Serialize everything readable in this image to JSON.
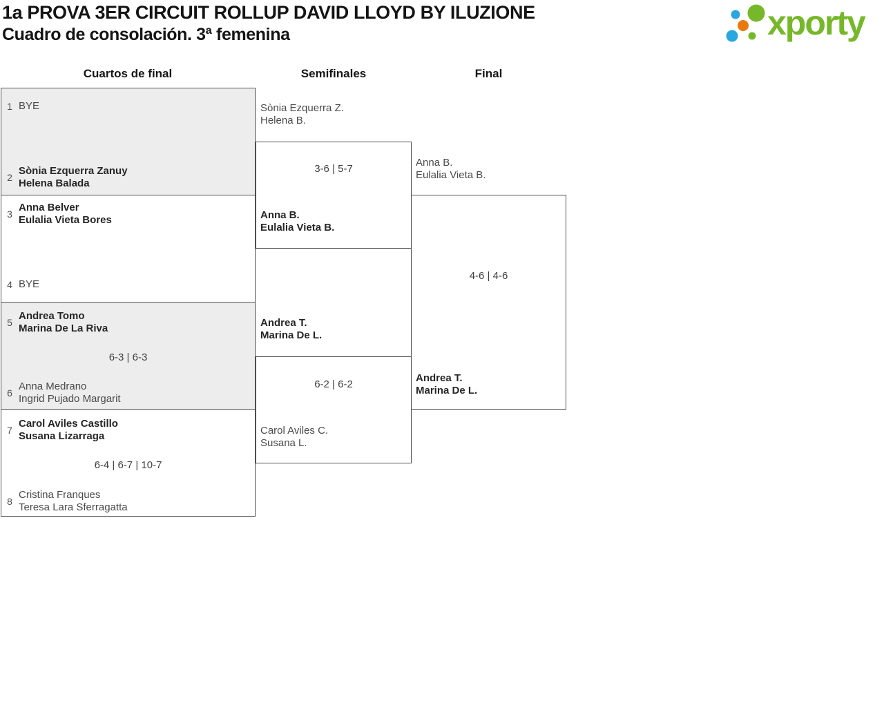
{
  "title": {
    "line1": "1a PROVA 3ER CIRCUIT ROLLUP DAVID LLOYD BY ILUZIONE",
    "line2": "Cuadro de consolación. 3ª femenina"
  },
  "logo": {
    "text": "xporty",
    "colors": {
      "green": "#76b82a",
      "blue": "#2ba7df",
      "orange": "#e8790f"
    }
  },
  "round_headers": [
    "Cuartos de final",
    "Semifinales",
    "Final"
  ],
  "colors": {
    "shaded_box": "#ededed",
    "box_border": "#4d4d4d"
  },
  "qf": [
    {
      "shaded": true,
      "top": {
        "seed": "1",
        "line1": "BYE",
        "line2": "",
        "winner": false
      },
      "bottom": {
        "seed": "2",
        "line1": "Sònia Ezquerra Zanuy",
        "line2": "Helena Balada",
        "winner": true
      },
      "score": ""
    },
    {
      "shaded": false,
      "top": {
        "seed": "3",
        "line1": "Anna Belver",
        "line2": "Eulalia Vieta Bores",
        "winner": true
      },
      "bottom": {
        "seed": "4",
        "line1": "BYE",
        "line2": "",
        "winner": false
      },
      "score": ""
    },
    {
      "shaded": true,
      "top": {
        "seed": "5",
        "line1": "Andrea Tomo",
        "line2": "Marina De La Riva",
        "winner": true
      },
      "bottom": {
        "seed": "6",
        "line1": "Anna Medrano",
        "line2": "Ingrid Pujado Margarit",
        "winner": false
      },
      "score": "6-3 | 6-3"
    },
    {
      "shaded": false,
      "top": {
        "seed": "7",
        "line1": "Carol Aviles Castillo",
        "line2": "Susana Lizarraga",
        "winner": true
      },
      "bottom": {
        "seed": "8",
        "line1": "Cristina Franques",
        "line2": "Teresa Lara Sferragatta",
        "winner": false
      },
      "score": "6-4 | 6-7 | 10-7"
    }
  ],
  "sf": [
    {
      "top": {
        "line1": "Sònia Ezquerra Z.",
        "line2": "Helena B.",
        "winner": false
      },
      "bottom": {
        "line1": "Anna B.",
        "line2": "Eulalia Vieta B.",
        "winner": true
      },
      "score": "3-6 | 5-7"
    },
    {
      "top": {
        "line1": "Andrea T.",
        "line2": "Marina De L.",
        "winner": true
      },
      "bottom": {
        "line1": "Carol Aviles C.",
        "line2": "Susana L.",
        "winner": false
      },
      "score": "6-2 | 6-2"
    }
  ],
  "final": {
    "top": {
      "line1": "Anna B.",
      "line2": "Eulalia Vieta B.",
      "winner": false
    },
    "bottom": {
      "line1": "Andrea T.",
      "line2": "Marina De L.",
      "winner": true
    },
    "score": "4-6 | 4-6"
  }
}
